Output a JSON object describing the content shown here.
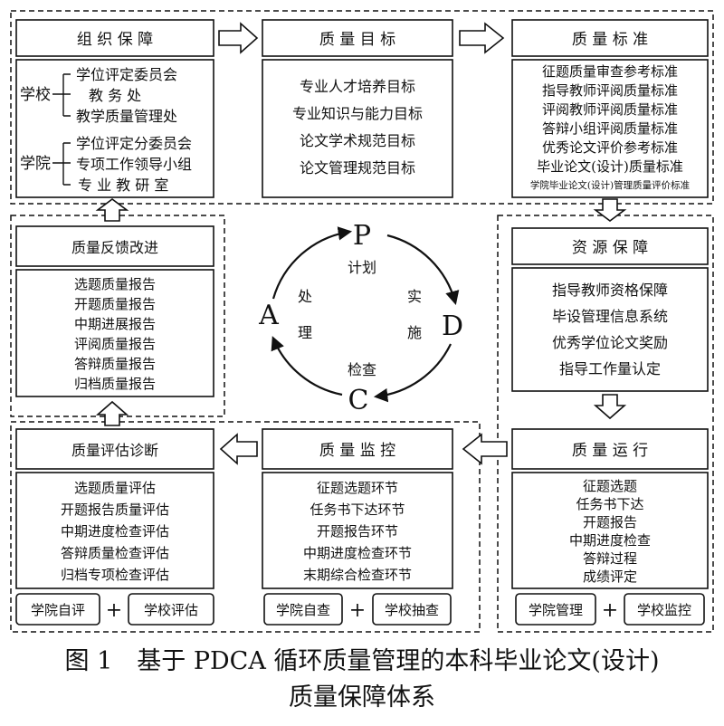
{
  "blocks": {
    "org": {
      "title": "组 织 保 障",
      "school_label": "学校",
      "school_items": [
        "学位评定委员会",
        "教 务 处",
        "教学质量管理处"
      ],
      "college_label": "学院",
      "college_items": [
        "学位评定分委员会",
        "专项工作领导小组",
        "专 业 教 研 室"
      ]
    },
    "goal": {
      "title": "质 量 目 标",
      "items": [
        "专业人才培养目标",
        "专业知识与能力目标",
        "论文学术规范目标",
        "论文管理规范目标"
      ]
    },
    "std": {
      "title": "质 量 标 准",
      "items": [
        "征题质量审查参考标准",
        "指导教师评阅质量标准",
        "评阅教师评阅质量标准",
        "答辩小组评阅质量标准",
        "优秀论文评价参考标准",
        "毕业论文(设计)质量标准",
        "学院毕业论文(设计)管理质量评价标准"
      ]
    },
    "res": {
      "title": "资 源 保 障",
      "items": [
        "指导教师资格保障",
        "毕设管理信息系统",
        "优秀学位论文奖励",
        "指导工作量认定"
      ]
    },
    "run": {
      "title": "质 量 运 行",
      "items": [
        "征题选题",
        "任务书下达",
        "开题报告",
        "中期进度检查",
        "答辩过程",
        "成绩评定"
      ],
      "sub_left": "学院管理",
      "sub_right": "学校监控"
    },
    "mon": {
      "title": "质 量 监 控",
      "items": [
        "征题选题环节",
        "任务书下达环节",
        "开题报告环节",
        "中期进度检查环节",
        "末期综合检查环节"
      ],
      "sub_left": "学院自查",
      "sub_right": "学校抽查"
    },
    "eva": {
      "title": "质量评估诊断",
      "items": [
        "选题质量评估",
        "开题报告质量评估",
        "中期进度检查评估",
        "答辩质量检查评估",
        "归档专项检查评估"
      ],
      "sub_left": "学院自评",
      "sub_right": "学校评估"
    },
    "fb": {
      "title": "质量反馈改进",
      "items": [
        "选题质量报告",
        "开题质量报告",
        "中期进展报告",
        "评阅质量报告",
        "答辩质量报告",
        "归档质量报告"
      ]
    },
    "plus": "+"
  },
  "cycle": {
    "P": "P",
    "D": "D",
    "C": "C",
    "A": "A",
    "plan": "计划",
    "do_1": "实",
    "do_2": "施",
    "check": "检查",
    "act_1": "处",
    "act_2": "理"
  },
  "caption": {
    "line1": "图 1　基于 PDCA 循环质量管理的本科毕业论文(设计)",
    "line2": "质量保障体系"
  }
}
